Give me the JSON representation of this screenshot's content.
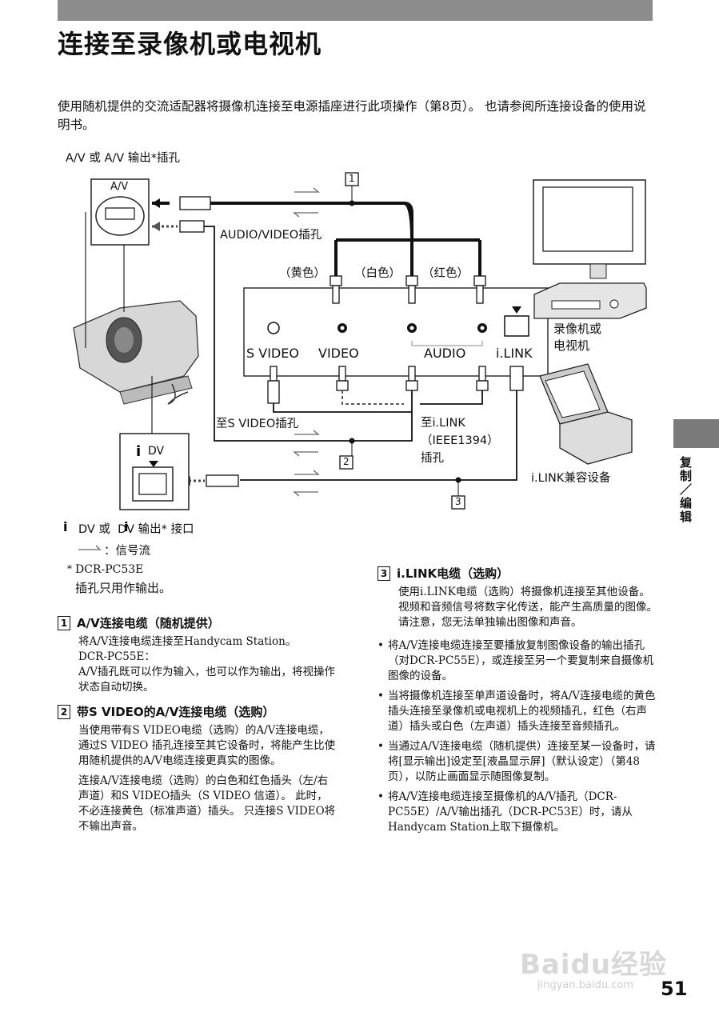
{
  "title": "连接至录像机或电视机",
  "intro": "使用随机提供的交流适配器将摄像机连接至电源插座进行此项操作（第8页）。 也请参阅所连接设备的使用说明书。",
  "diagram": {
    "av_jack_heading": "A/V 或 A/V 输出*插孔",
    "av_label": "A/V",
    "num1": "1",
    "num2": "2",
    "num3": "3",
    "audio_video_jack": "AUDIO/VIDEO插孔",
    "yellow": "（黄色）",
    "white": "（白色）",
    "red": "（红色）",
    "s_video": "S VIDEO",
    "video": "VIDEO",
    "audio": "AUDIO",
    "ilink": "i.LINK",
    "vcr_tv": "录像机或\n电视机",
    "to_svideo": "至S VIDEO插孔",
    "to_ilink": "至i.LINK\n（IEEE1394）\n插孔",
    "ilink_device": "i.LINK兼容设备",
    "dv_label": "DV",
    "dv_interface": "DV 或  DV 输出* 接口",
    "signal_flow": "：信号流"
  },
  "footnote": {
    "mark": "*",
    "model": "DCR-PC53E",
    "text": "插孔只用作输出。"
  },
  "sections": [
    {
      "num": "1",
      "title": "A/V连接电缆（随机提供）",
      "body": "将A/V连接电缆连接至Handycam Station。\nDCR-PC55E：\nA/V插孔既可以作为输入，也可以作为输出，将视操作状态自动切换。"
    },
    {
      "num": "2",
      "title": "带S VIDEO的A/V连接电缆（选购）",
      "body": "当使用带有S VIDEO电缆（选购）的A/V连接电缆，通过S VIDEO 插孔连接至其它设备时，将能产生比使用随机提供的A/V电缆连接更真实的图像。",
      "body2": "连接A/V连接电缆（选购）的白色和红色插头（左/右声道）和S VIDEO插头（S VIDEO 信道）。 此时，不必连接黄色（标准声道）插头。 只连接S VIDEO将不输出声音。"
    },
    {
      "num": "3",
      "title": "i.LINK电缆（选购）",
      "body": "使用i.LINK电缆（选购）将摄像机连接至其他设备。 视频和音频信号将数字化传送，能产生高质量的图像。 请注意，您无法单独输出图像和声音。"
    }
  ],
  "bullets": [
    "将A/V连接电缆连接至要播放复制图像设备的输出插孔（对DCR-PC55E），或连接至另一个要复制来自摄像机图像的设备。",
    "当将摄像机连接至单声道设备时，将A/V连接电缆的黄色插头连接至录像机或电视机上的视频插孔，红色（右声道）插头或白色（左声道）插头连接至音频插孔。",
    "当通过A/V连接电缆（随机提供）连接至某一设备时，请将[显示输出]设定至[液晶显示屏]（默认设定）（第48页），以防止画面显示随图像复制。",
    "将A/V连接电缆连接至摄像机的A/V插孔（DCR-PC55E）/A/V输出插孔（DCR-PC53E）时，请从Handycam Station上取下摄像机。"
  ],
  "side_tab": "复制／编辑",
  "page_number": "51",
  "watermark": {
    "brand": "Baidu经验",
    "url": "jingyan.baidu.com"
  }
}
